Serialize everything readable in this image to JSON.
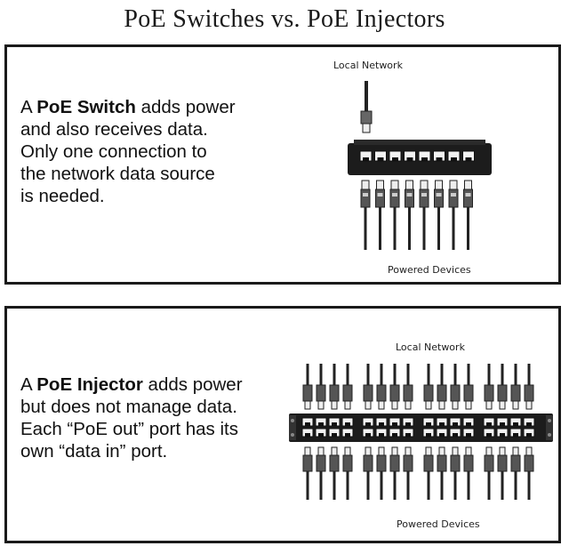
{
  "title": "PoE Switches vs. PoE Injectors",
  "switch_panel": {
    "line1_prefix": "A ",
    "term": "PoE Switch",
    "line1_suffix": " adds power",
    "line2": "and  also receives data.",
    "line3": "Only one connection to",
    "line4": "the network data source",
    "line5": "is needed.",
    "top_label": "Local Network",
    "bottom_label": "Powered Devices"
  },
  "injector_panel": {
    "line1_prefix": "A ",
    "term": "PoE Injector",
    "line1_suffix": " adds power",
    "line2": "but does not manage data.",
    "line3": "Each “PoE out” port has its",
    "line4": "own “data in” port.",
    "top_label": "Local Network",
    "bottom_label": "Powered Devices"
  }
}
